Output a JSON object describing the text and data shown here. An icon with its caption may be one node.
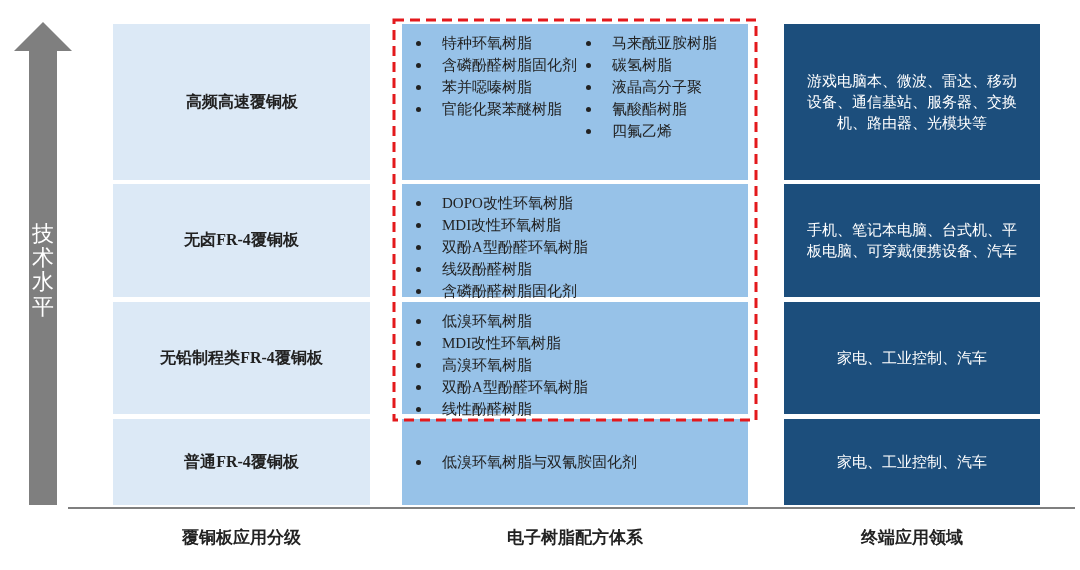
{
  "diagram": {
    "nodes": [
      {
        "text": [
          "高频高速覆铜板"
        ]
      },
      {
        "text": [
          "特种环氧树脂",
          "含磷酚醛树脂固化剂",
          "苯并噁嗪树脂",
          "官能化聚苯醚树脂",
          "马来酰亚胺树脂",
          "碳氢树脂",
          "液晶高分子聚",
          "氰酸酯树脂",
          "四氟乙烯"
        ]
      },
      {
        "text": [
          "游戏电脑本、微波、雷达、移动设备、通信基站、服务器、交换机、路由器、光模块等"
        ]
      },
      {
        "text": [
          "无卤FR-4覆铜板"
        ]
      },
      {
        "text": [
          "DOPO改性环氧树脂",
          "MDI改性环氧树脂",
          "双酚A型酚醛环氧树脂",
          "线级酚醛树脂",
          "含磷酚醛树脂固化剂"
        ]
      },
      {
        "text": [
          "手机、笔记本电脑、台式机、平板电脑、可穿戴便携设备、汽车"
        ]
      },
      {
        "text": [
          "无铅制程类FR-4覆铜板"
        ]
      },
      {
        "text": [
          "低溴环氧树脂",
          "MDI改性环氧树脂",
          "高溴环氧树脂",
          "双酚A型酚醛环氧树脂",
          "线性酚醛树脂"
        ]
      },
      {
        "text": [
          "家电、工业控制、汽车"
        ]
      },
      {
        "text": [
          "普通FR-4覆铜板"
        ]
      },
      {
        "text": [
          "低溴环氧树脂与双氰胺固化剂"
        ]
      },
      {
        "text": [
          "家电、工业控制、汽车"
        ]
      }
    ],
    "labels": [
      "技术水平",
      "覆铜板应用分级",
      "电子树脂配方体系",
      "终端应用领域"
    ]
  }
}
